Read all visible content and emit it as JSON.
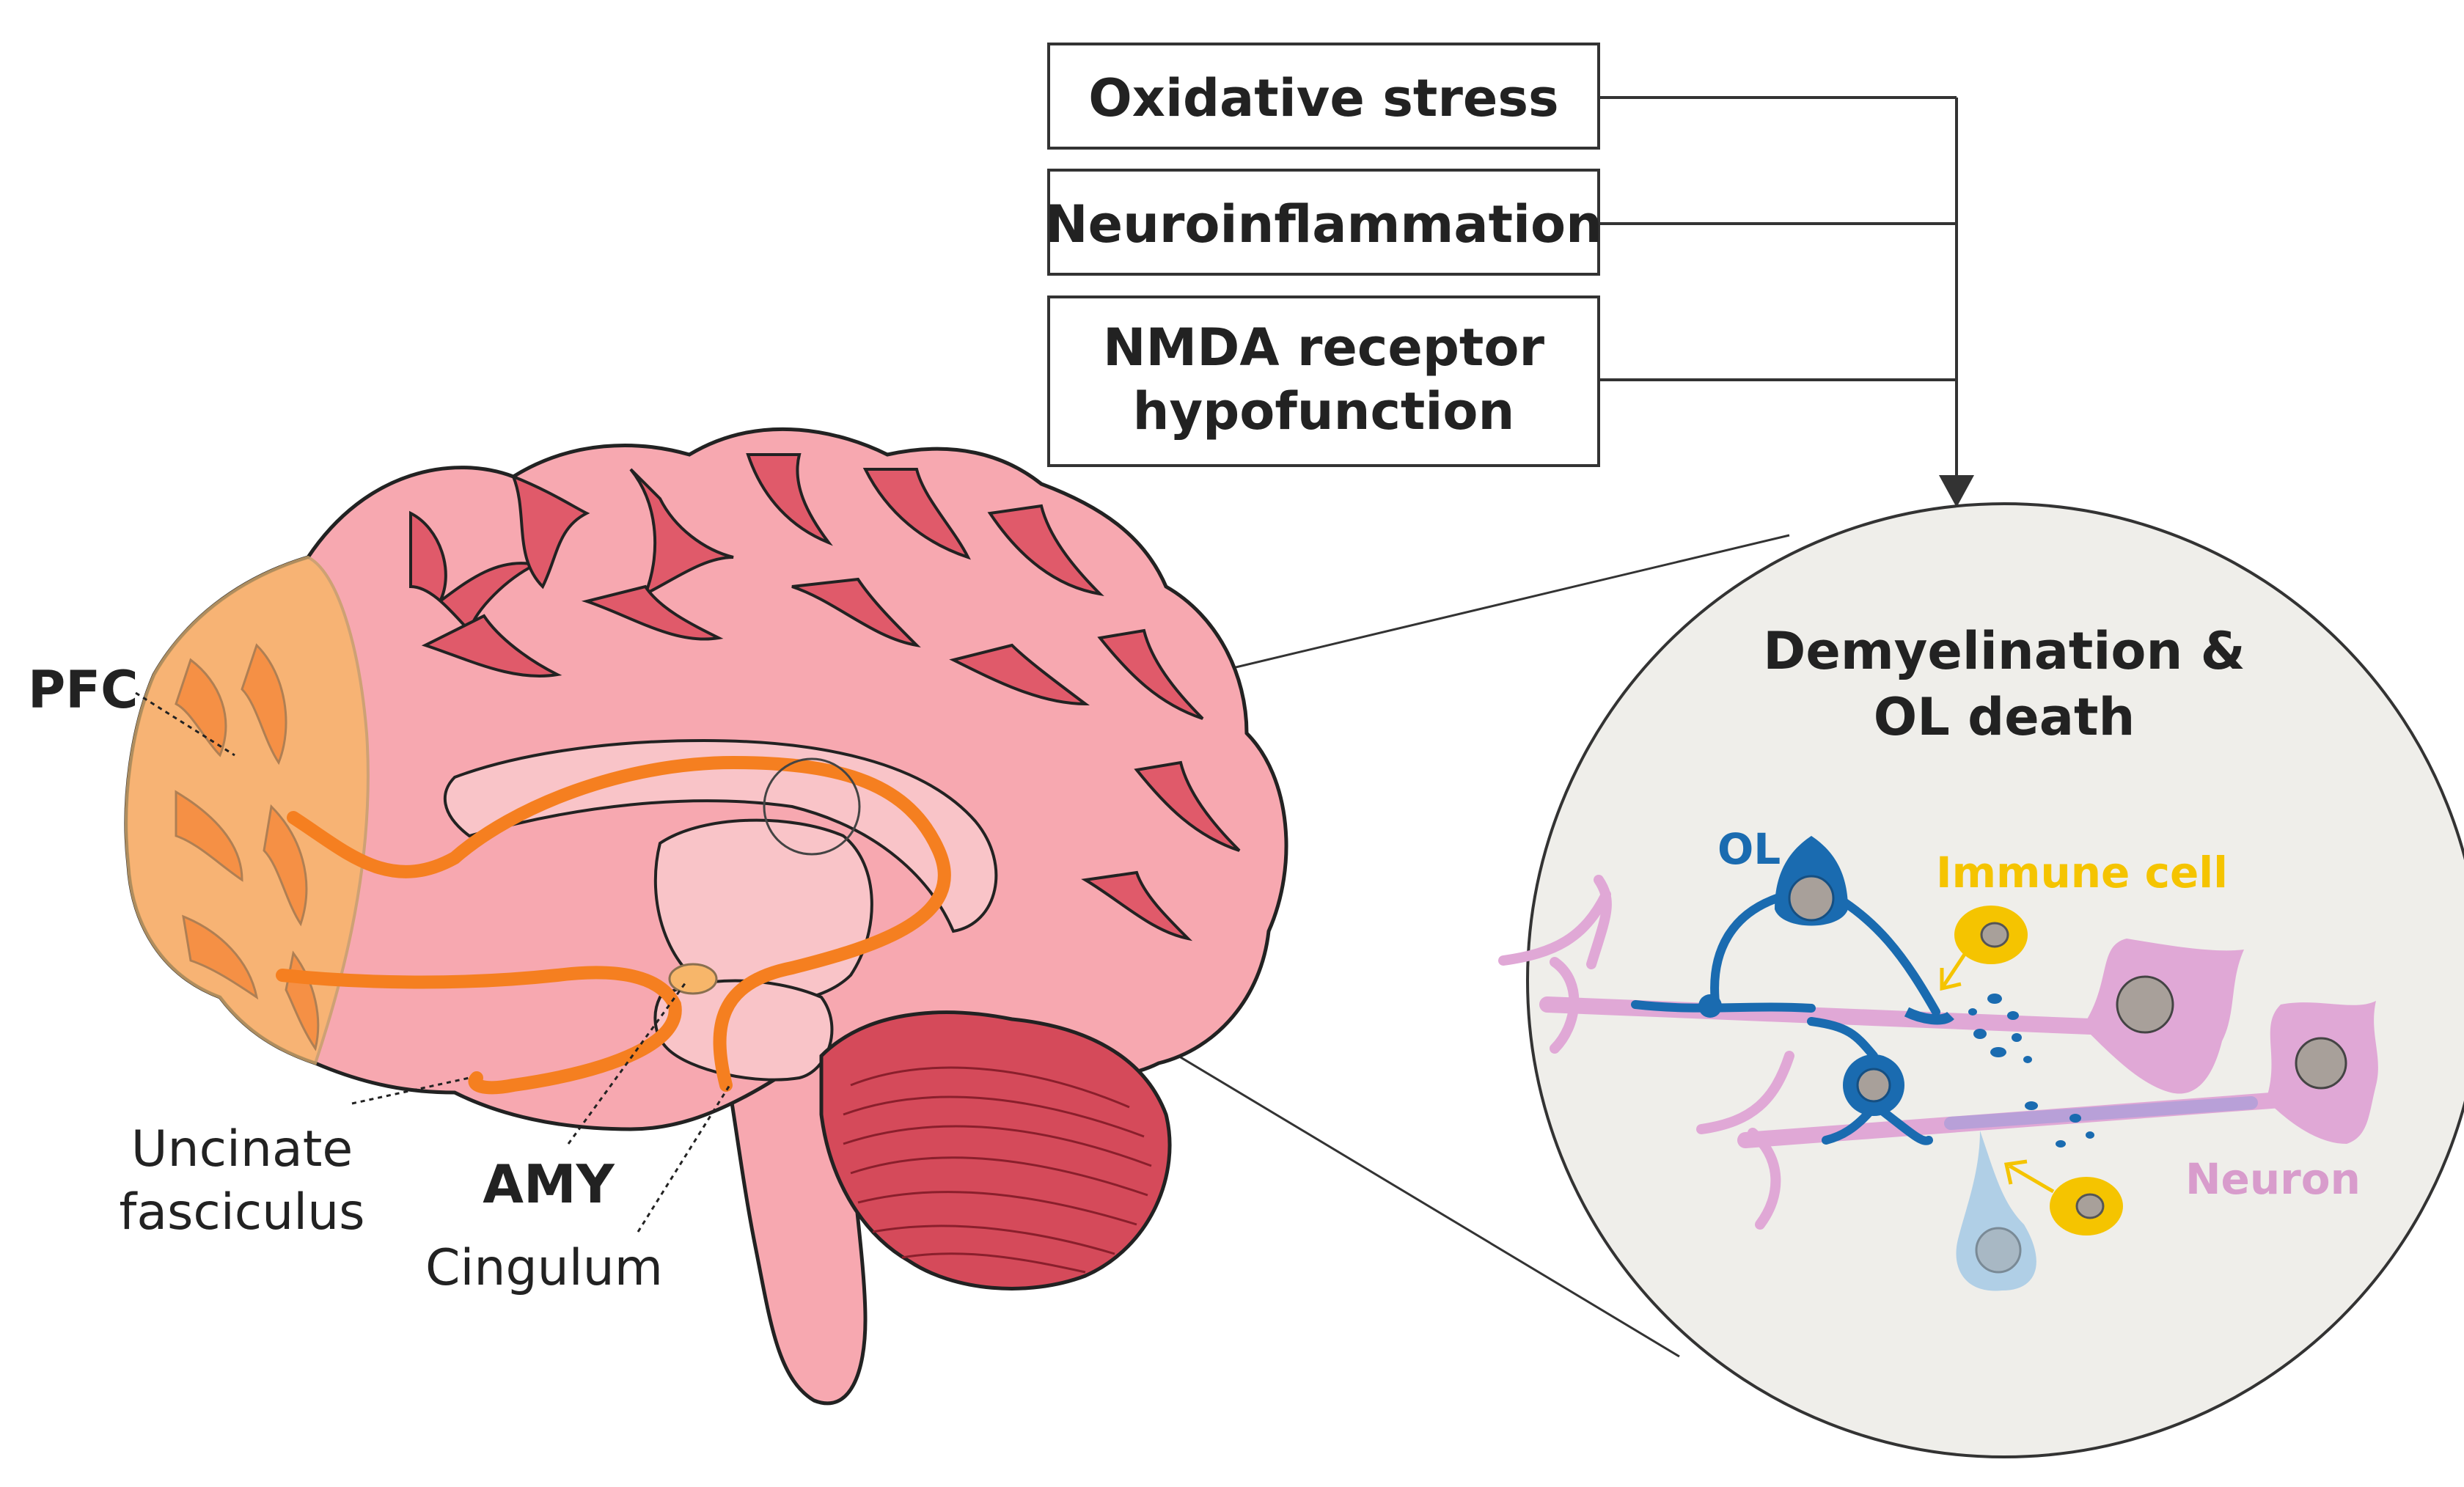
{
  "factors": [
    {
      "lines": [
        "Oxidative stress"
      ]
    },
    {
      "lines": [
        "Neuroinflammation"
      ]
    },
    {
      "lines": [
        "NMDA receptor",
        "hypofunction"
      ]
    }
  ],
  "inset": {
    "title_lines": [
      "Demyelination &",
      "OL death"
    ],
    "labels": {
      "ol": "OL",
      "immune": "Immune cell",
      "neuron": "Neuron"
    }
  },
  "brain_labels": {
    "pfc": "PFC",
    "uncinate": [
      "Uncinate",
      "fasciculus"
    ],
    "amy": "AMY",
    "cingulum": "Cingulum"
  },
  "colors": {
    "brain_fill": "#f7a8b0",
    "sulcus": "#e05a6a",
    "pfc": "#f7b66a",
    "tract": "#f57f20",
    "cerebellum": "#d54a5a",
    "inset_bg": "#efeeea",
    "ol": "#1a6bb0",
    "immune": "#f5c400",
    "neuron": "#e0a8d6"
  }
}
